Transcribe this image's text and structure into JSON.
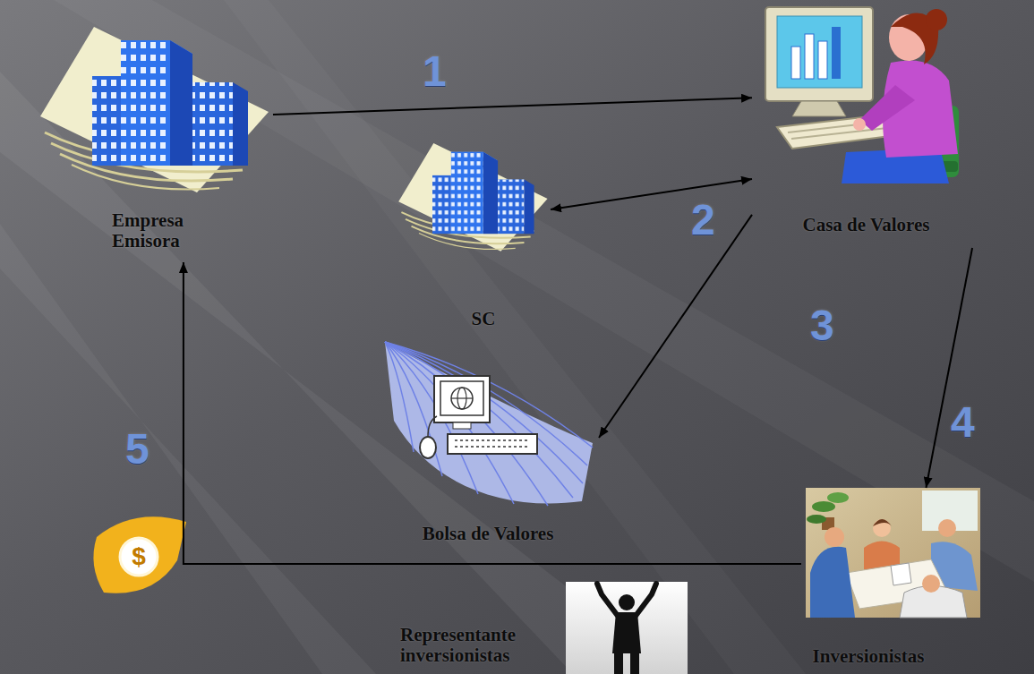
{
  "diagram": {
    "nodes": [
      {
        "text": [
          "Empresa Emisora"
        ]
      },
      {
        "text": [
          "Casa de Valores"
        ]
      },
      {
        "text": [
          "SC"
        ]
      },
      {
        "text": [
          "Bolsa de Valores"
        ]
      },
      {
        "text": [
          "Inversionistas"
        ]
      },
      {
        "text": [
          "Representante inversionistas"
        ]
      }
    ],
    "edges": [
      {
        "from": 0,
        "to": 1,
        "arrow": "to"
      },
      {
        "from": 1,
        "to": 2,
        "arrow": "both"
      },
      {
        "from": 1,
        "to": 3,
        "arrow": "to"
      },
      {
        "from": 1,
        "to": 4,
        "arrow": "to"
      },
      {
        "from": 4,
        "to": 0,
        "arrow": "to"
      }
    ],
    "labels": [
      "1",
      "2",
      "3",
      "4",
      "5",
      "$"
    ]
  }
}
